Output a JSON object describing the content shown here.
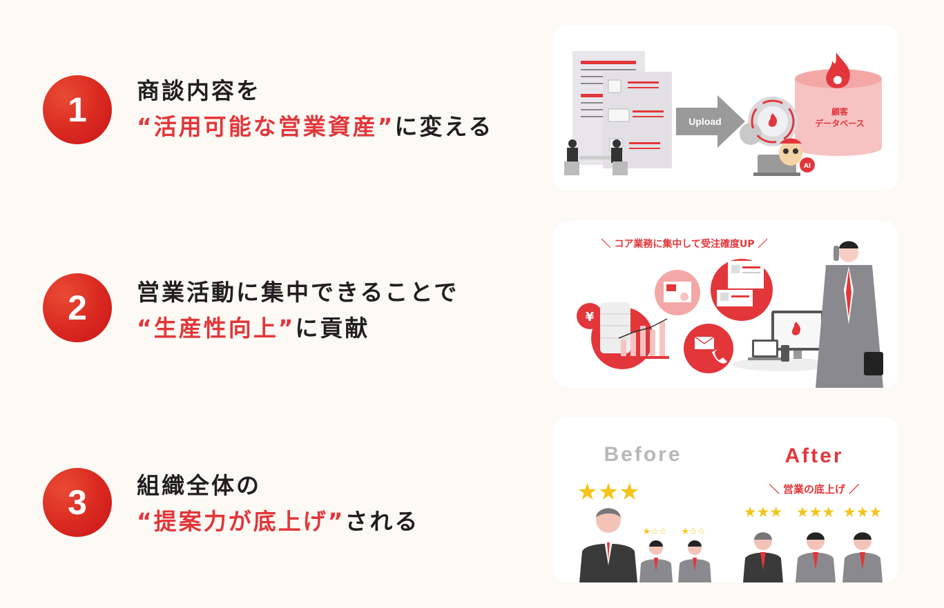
{
  "items": [
    {
      "number": "1",
      "line1": "商談内容を",
      "highlight": "“活用可能な営業資産”",
      "suffix": "に変える",
      "image": {
        "upload_label": "Upload",
        "db_label_1": "顧客",
        "db_label_2": "データベース",
        "ai_label": "AI"
      }
    },
    {
      "number": "2",
      "line1": "営業活動に集中できることで",
      "highlight": "“生産性向上”",
      "suffix": "に貢献",
      "image": {
        "caption": "＼ コア業務に集中して受注確度UP ／",
        "yen_label": "¥"
      }
    },
    {
      "number": "3",
      "line1": "組織全体の",
      "highlight": "“提案力が底上げ”",
      "suffix": "される",
      "image": {
        "before_label": "Before",
        "after_label": "After",
        "after_caption": "＼ 営業の底上げ ／",
        "before_big_stars": "★★★",
        "before_small_stars_1": "★☆☆",
        "before_small_stars_2": "★☆☆",
        "after_stars_1": "★★★",
        "after_stars_2": "★★★",
        "after_stars_3": "★★★"
      }
    }
  ],
  "colors": {
    "accent": "#e2363a",
    "badge": "#d9281f",
    "star": "#f3c51a",
    "background": "#fdf9f4"
  }
}
